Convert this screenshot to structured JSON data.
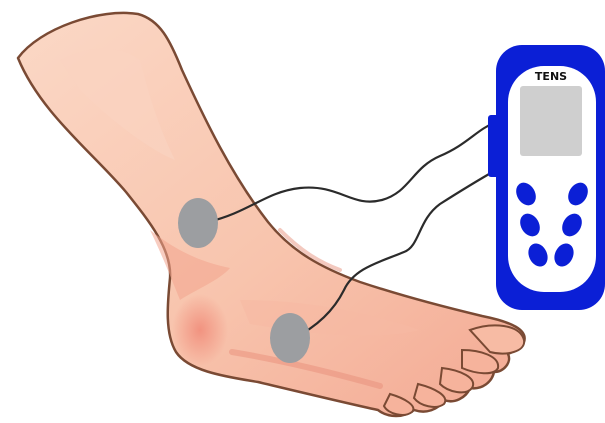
{
  "device": {
    "label": "TENS",
    "body_color": "#0b1fd6",
    "face_color": "#ffffff",
    "screen_color": "#cfcfcf",
    "button_color": "#0b1fd6"
  },
  "electrodes": [
    {
      "name": "calf-electrode",
      "color": "#9c9ea1"
    },
    {
      "name": "ankle-electrode",
      "color": "#9c9ea1"
    }
  ],
  "skin": {
    "base_color": "#f7c7b1",
    "shade_color": "#f19a86",
    "outline_color": "#7a4a34"
  },
  "icons": [
    "leg-illustration",
    "electrode-pad",
    "lead-wire",
    "tens-device"
  ]
}
